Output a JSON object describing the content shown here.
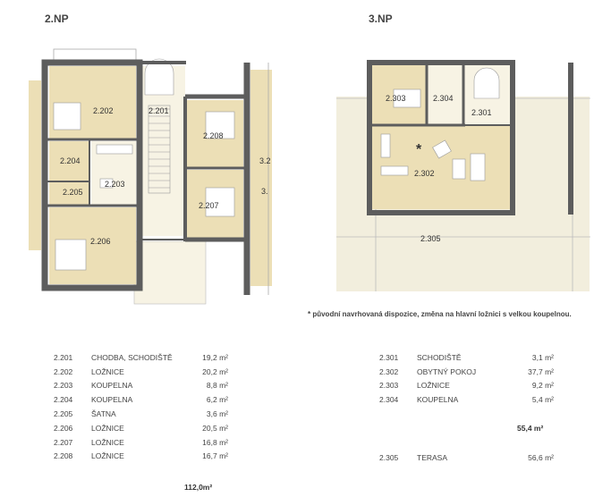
{
  "floors": {
    "np2": {
      "title": "2.NP",
      "rooms": [
        {
          "id": "2.201",
          "name": "CHODBA, SCHODIŠTĚ",
          "area": "19,2 m²"
        },
        {
          "id": "2.202",
          "name": "LOŽNICE",
          "area": "20,2 m²"
        },
        {
          "id": "2.203",
          "name": "KOUPELNA",
          "area": "8,8 m²"
        },
        {
          "id": "2.204",
          "name": "KOUPELNA",
          "area": "6,2 m²"
        },
        {
          "id": "2.205",
          "name": "ŠATNA",
          "area": "3,6 m²"
        },
        {
          "id": "2.206",
          "name": "LOŽNICE",
          "area": "20,5 m²"
        },
        {
          "id": "2.207",
          "name": "LOŽNICE",
          "area": "16,8 m²"
        },
        {
          "id": "2.208",
          "name": "LOŽNICE",
          "area": "16,7 m²"
        }
      ],
      "total": "112,0m²",
      "plan_labels": [
        "2.201",
        "2.202",
        "2.203",
        "2.204",
        "2.205",
        "2.206",
        "2.207",
        "2.208",
        "3.2",
        "3."
      ]
    },
    "np3": {
      "title": "3.NP",
      "rooms": [
        {
          "id": "2.301",
          "name": "SCHODIŠTĚ",
          "area": "3,1 m²"
        },
        {
          "id": "2.302",
          "name": "OBYTNÝ POKOJ",
          "area": "37,7 m²"
        },
        {
          "id": "2.303",
          "name": "LOŽNICE",
          "area": "9,2 m²"
        },
        {
          "id": "2.304",
          "name": "KOUPELNA",
          "area": "5,4 m²"
        }
      ],
      "total": "55,4 m²",
      "terrace": {
        "id": "2.305",
        "name": "TERASA",
        "area": "56,6 m²"
      },
      "plan_labels": [
        "2.301",
        "2.302",
        "2.303",
        "2.304",
        "2.305",
        "*"
      ]
    }
  },
  "note": "* původní navrhovaná dispozice, změna na hlavní ložnici s velkou koupelnou.",
  "colors": {
    "room_fill": "#ecdfb6",
    "wall": "#5d5d5d",
    "terrace_fill": "#f2eedd",
    "floor_fill": "#f7f3e4"
  }
}
